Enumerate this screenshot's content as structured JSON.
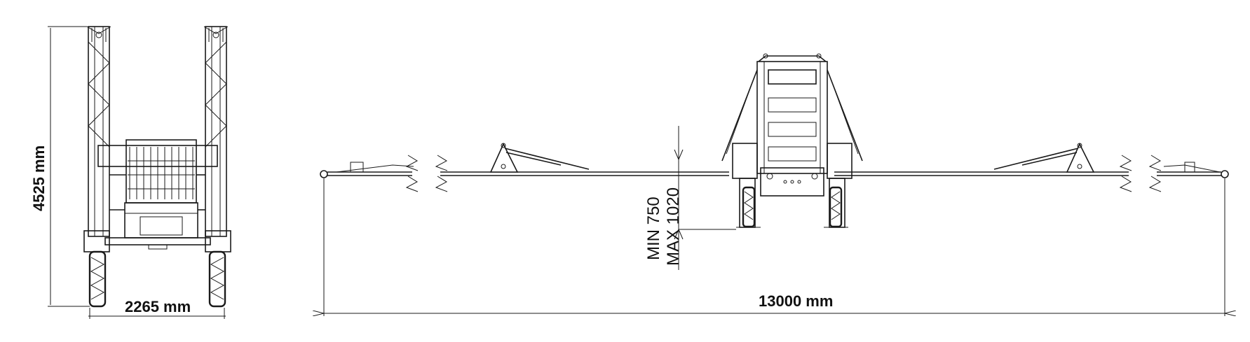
{
  "dimensions": {
    "height": "4525 mm",
    "track_width": "2265 mm",
    "boom_span": "13000 mm",
    "clearance_min": "MIN 750",
    "clearance_max": "MAX 1020"
  },
  "colors": {
    "line": "#1a1a1a",
    "background": "#ffffff"
  }
}
